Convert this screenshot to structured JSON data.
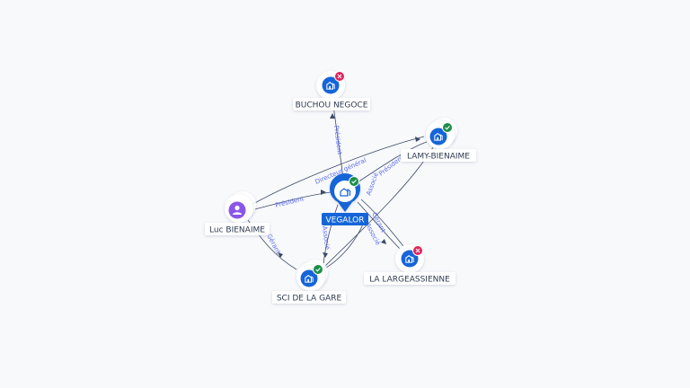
{
  "colors": {
    "background": "#f8f9fb",
    "edge": "#3b4a68",
    "edge_label": "#5b6cf0",
    "company_blue": "#1565d8",
    "person_purple": "#8a56e8",
    "status_ok": "#1a8f4a",
    "status_closed": "#e0245e",
    "main_label_bg": "#1565d8"
  },
  "nodes": {
    "vegalor": {
      "label": "VEGALOR",
      "icon": "building-icon",
      "status": "active",
      "main": true
    },
    "buchou": {
      "label": "BUCHOU NEGOCE",
      "icon": "building-icon",
      "status": "closed"
    },
    "lamy": {
      "label": "LAMY-BIENAIME",
      "icon": "building-icon",
      "status": "active"
    },
    "luc": {
      "label": "Luc BIENAIME",
      "icon": "person-icon",
      "status": ""
    },
    "sci": {
      "label": "SCI DE LA GARE",
      "icon": "building-icon",
      "status": "active"
    },
    "largeassienne": {
      "label": "LA LARGEASSIENNE",
      "icon": "building-icon",
      "status": "closed"
    }
  },
  "edges": {
    "vegalor_buchou": "Président",
    "luc_lamy": "Directeur général",
    "vegalor_lamy": "Président",
    "luc_vegalor": "Président",
    "luc_sci": "Gérant",
    "vegalor_sci": "Associé",
    "vegalor_largeassienne_1": "Associé",
    "vegalor_largeassienne_2": "Gérant",
    "vegalor_largeassienne_3": "Associé"
  }
}
